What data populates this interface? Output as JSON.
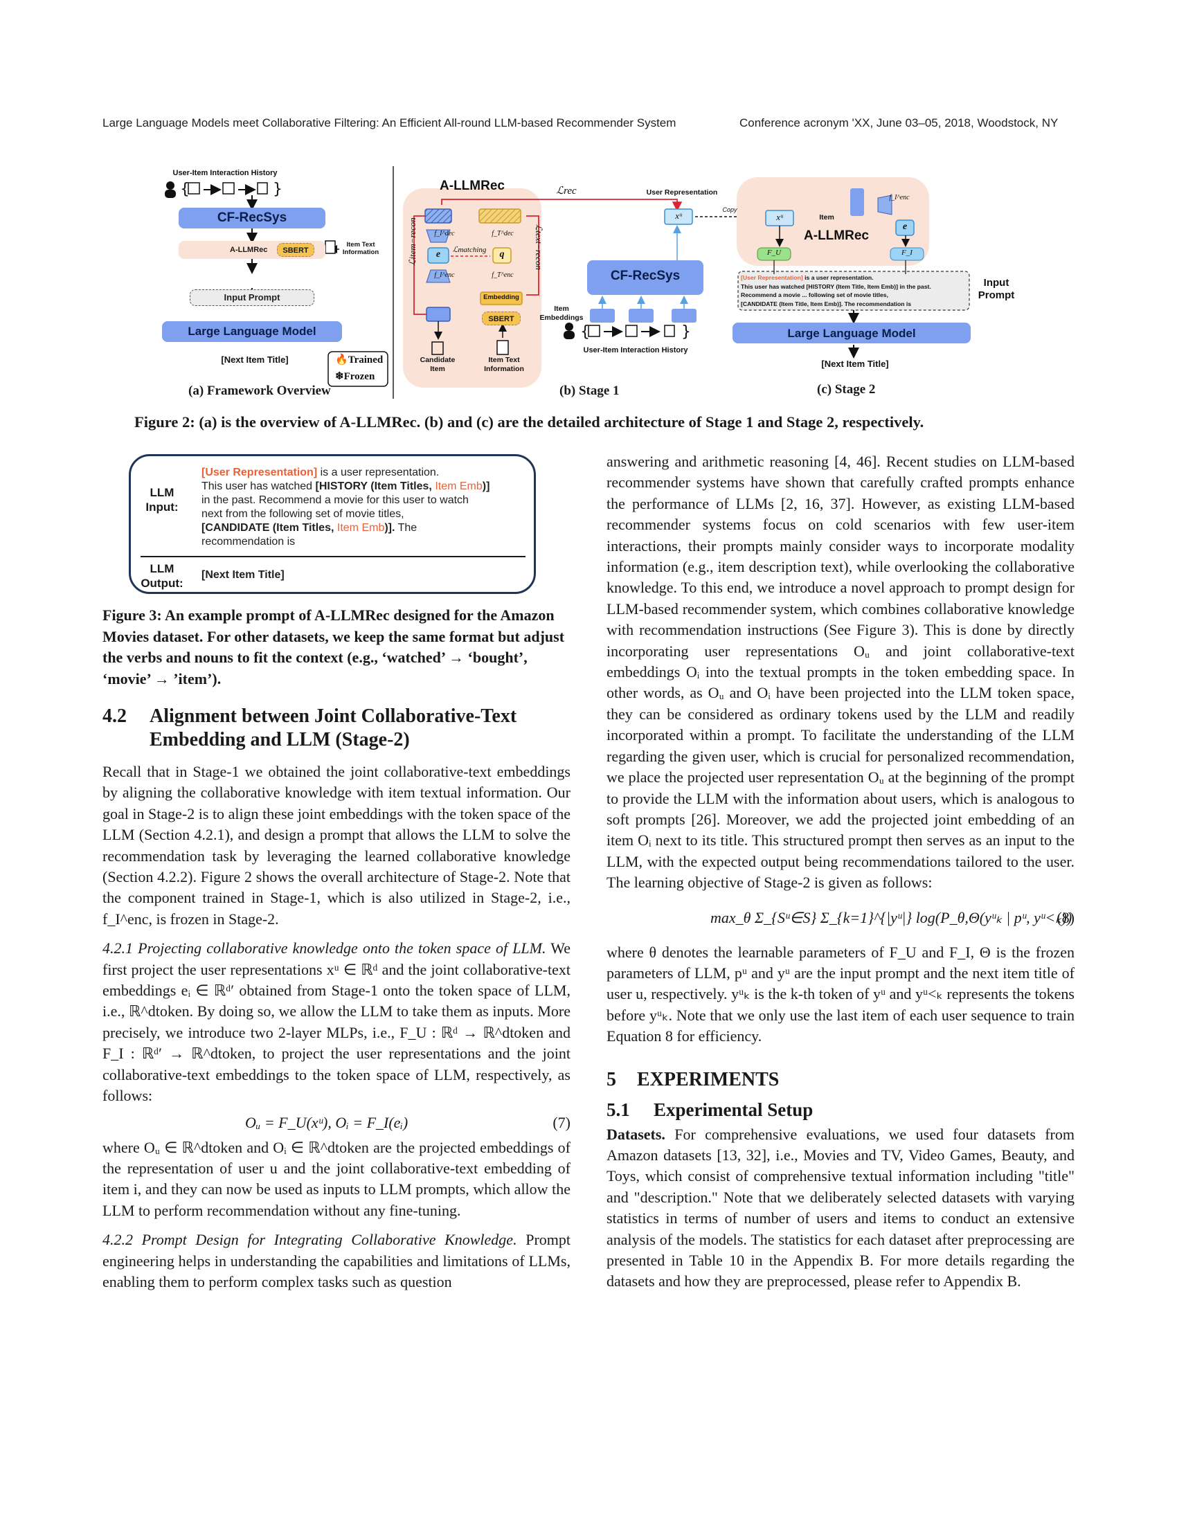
{
  "header": {
    "left": "Large Language Models meet Collaborative Filtering: An Efficient All-round LLM-based Recommender System",
    "right": "Conference acronym 'XX, June 03–05, 2018, Woodstock, NY"
  },
  "figure2": {
    "panel_a": {
      "history_label": "User-Item Interaction History",
      "cf_recsys": "CF-RecSys",
      "allmrec": "A-LLMRec",
      "sbert": "SBERT",
      "item_text": "Item Text Information",
      "input_prompt": "Input Prompt",
      "llm": "Large Language Model",
      "next_item": "[Next Item Title]",
      "legend_trained": "Trained",
      "legend_frozen": "Frozen",
      "sublabel": "(a) Framework Overview"
    },
    "panel_b": {
      "allmrec": "A-LLMRec",
      "l_rec": "ℒrec",
      "l_item_recon": "ℒitem−recon",
      "l_matching": "ℒmatching",
      "l_text_recon": "ℒtext−recon",
      "user_rep": "User Representation",
      "xu": "xᵘ",
      "copy": "Copy",
      "e": "e",
      "q": "q",
      "f_dec_i": "f_I^dec",
      "f_enc_i": "f_I^enc",
      "f_dec_t": "f_T^dec",
      "f_enc_t": "f_T^enc",
      "embedding": "Embedding",
      "sbert": "SBERT",
      "cf_recsys": "CF-RecSys",
      "item_embeddings": "Item Embeddings",
      "candidate_item": "Candidate Item",
      "item_text": "Item Text Information",
      "history_label": "User-Item Interaction History",
      "sublabel": "(b) Stage 1"
    },
    "panel_c": {
      "xu": "xᵘ",
      "item": "Item",
      "f_enc": "f_I^enc",
      "e": "e",
      "allmrec": "A-LLMRec",
      "fu": "F_U",
      "fi": "F_I",
      "prompt_line1_a": "[User Representation]",
      "prompt_line1_b": " is a user representation.",
      "prompt_line2": "This user has watched [HISTORY (Item Title, Item Emb)] in the past.",
      "prompt_line3": "Recommend a movie ... following set of movie titles,",
      "prompt_line4": "[CANDIDATE (Item Title, Item Emb)]. The recommendation is",
      "input_prompt": "Input Prompt",
      "llm": "Large Language Model",
      "next_item": "[Next Item Title]",
      "sublabel": "(c) Stage 2"
    },
    "caption": "Figure 2: (a) is the overview of A-LLMRec. (b) and (c) are the detailed architecture of Stage 1 and Stage 2, respectively."
  },
  "figure3": {
    "llm_input_label": "LLM Input:",
    "line1_a": "[User Representation]",
    "line1_b": " is a user representation.",
    "line2_a": "This user has watched ",
    "line2_b": "[HISTORY (Item Titles, ",
    "line2_c": "Item Emb",
    "line2_d": ")]",
    "line3": "in the past. Recommend a movie for this user to watch",
    "line4": "next from the following set of movie titles,",
    "line5_a": "[CANDIDATE (Item Titles, ",
    "line5_b": "Item Emb",
    "line5_c": ")].",
    "line5_d": " The",
    "line6": "recommendation is",
    "llm_output_label": "LLM Output:",
    "output_text": "[Next Item Title]",
    "caption": "Figure 3: An example prompt of A-LLMRec designed for the Amazon Movies dataset. For other datasets, we keep the same format but adjust the verbs and nouns to fit the context (e.g., ‘watched’ → ‘bought’, ‘movie’ → ’item’)."
  },
  "left_col": {
    "sec42_num": "4.2",
    "sec42_title": "Alignment between Joint Collaborative-Text Embedding and LLM (Stage-2)",
    "para1": "Recall that in Stage-1 we obtained the joint collaborative-text embeddings by aligning the collaborative knowledge with item textual information. Our goal in Stage-2 is to align these joint embeddings with the token space of the LLM (Section 4.2.1), and design a prompt that allows the LLM to solve the recommendation task by leveraging the learned collaborative knowledge (Section 4.2.2). Figure 2 shows the overall architecture of Stage-2. Note that the component trained in Stage-1, which is also utilized in Stage-2, i.e., f_I^enc, is frozen in Stage-2.",
    "sub421_title": "4.2.1 Projecting collaborative knowledge onto the token space of LLM.",
    "para2": "We first project the user representations xᵘ ∈ ℝᵈ and the joint collaborative-text embeddings eᵢ ∈ ℝᵈ′ obtained from Stage-1 onto the token space of LLM, i.e., ℝ^dtoken. By doing so, we allow the LLM to take them as inputs. More precisely, we introduce two 2-layer MLPs, i.e., F_U : ℝᵈ → ℝ^dtoken and F_I : ℝᵈ′ → ℝ^dtoken, to project the user representations and the joint collaborative-text embeddings to the token space of LLM, respectively, as follows:",
    "eq7": "Oᵤ = F_U(xᵘ),  Oᵢ = F_I(eᵢ)",
    "eq7_num": "(7)",
    "para3": "where Oᵤ ∈ ℝ^dtoken and Oᵢ ∈ ℝ^dtoken are the projected embeddings of the representation of user u and the joint collaborative-text embedding of item i, and they can now be used as inputs to LLM prompts, which allow the LLM to perform recommendation without any fine-tuning.",
    "sub422_title": "4.2.2 Prompt Design for Integrating Collaborative Knowledge.",
    "para4": "Prompt engineering helps in understanding the capabilities and limitations of LLMs, enabling them to perform complex tasks such as question"
  },
  "right_col": {
    "para1": "answering and arithmetic reasoning [4, 46]. Recent studies on LLM-based recommender systems have shown that carefully crafted prompts enhance the performance of LLMs [2, 16, 37]. However, as existing LLM-based recommender systems focus on cold scenarios with few user-item interactions, their prompts mainly consider ways to incorporate modality information (e.g., item description text), while overlooking the collaborative knowledge. To this end, we introduce a novel approach to prompt design for LLM-based recommender system, which combines collaborative knowledge with recommendation instructions (See Figure 3). This is done by directly incorporating user representations Oᵤ and joint collaborative-text embeddings Oᵢ into the textual prompts in the token embedding space. In other words, as Oᵤ and Oᵢ have been projected into the LLM token space, they can be considered as ordinary tokens used by the LLM and readily incorporated within a prompt. To facilitate the understanding of the LLM regarding the given user, which is crucial for personalized recommendation, we place the projected user representation Oᵤ at the beginning of the prompt to provide the LLM with the information about users, which is analogous to soft prompts [26]. Moreover, we add the projected joint embedding of an item Oᵢ next to its title. This structured prompt then serves as an input to the LLM, with the expected output being recommendations tailored to the user. The learning objective of Stage-2 is given as follows:",
    "eq8": "max_θ Σ_{Sᵘ∈S} Σ_{k=1}^{|yᵘ|} log(P_θ,Θ(yᵘₖ | pᵘ, yᵘ<ₖ))",
    "eq8_num": "(8)",
    "para2": "where θ denotes the learnable parameters of F_U and F_I, Θ is the frozen parameters of LLM, pᵘ and yᵘ are the input prompt and the next item title of user u, respectively. yᵘₖ is the k-th token of yᵘ and yᵘ<ₖ represents the tokens before yᵘₖ. Note that we only use the last item of each user sequence to train Equation 8 for efficiency.",
    "sec5_num": "5",
    "sec5_title": "EXPERIMENTS",
    "sec51_num": "5.1",
    "sec51_title": "Experimental Setup",
    "datasets_label": "Datasets.",
    "para3": "For comprehensive evaluations, we used four datasets from Amazon datasets [13, 32], i.e., Movies and TV, Video Games, Beauty, and Toys, which consist of comprehensive textual information including \"title\" and \"description.\" Note that we deliberately selected datasets with varying statistics in terms of number of users and items to conduct an extensive analysis of the models. The statistics for each dataset after preprocessing are presented in Table 10 in the Appendix B. For more details regarding the datasets and how they are preprocessed, please refer to Appendix B."
  }
}
